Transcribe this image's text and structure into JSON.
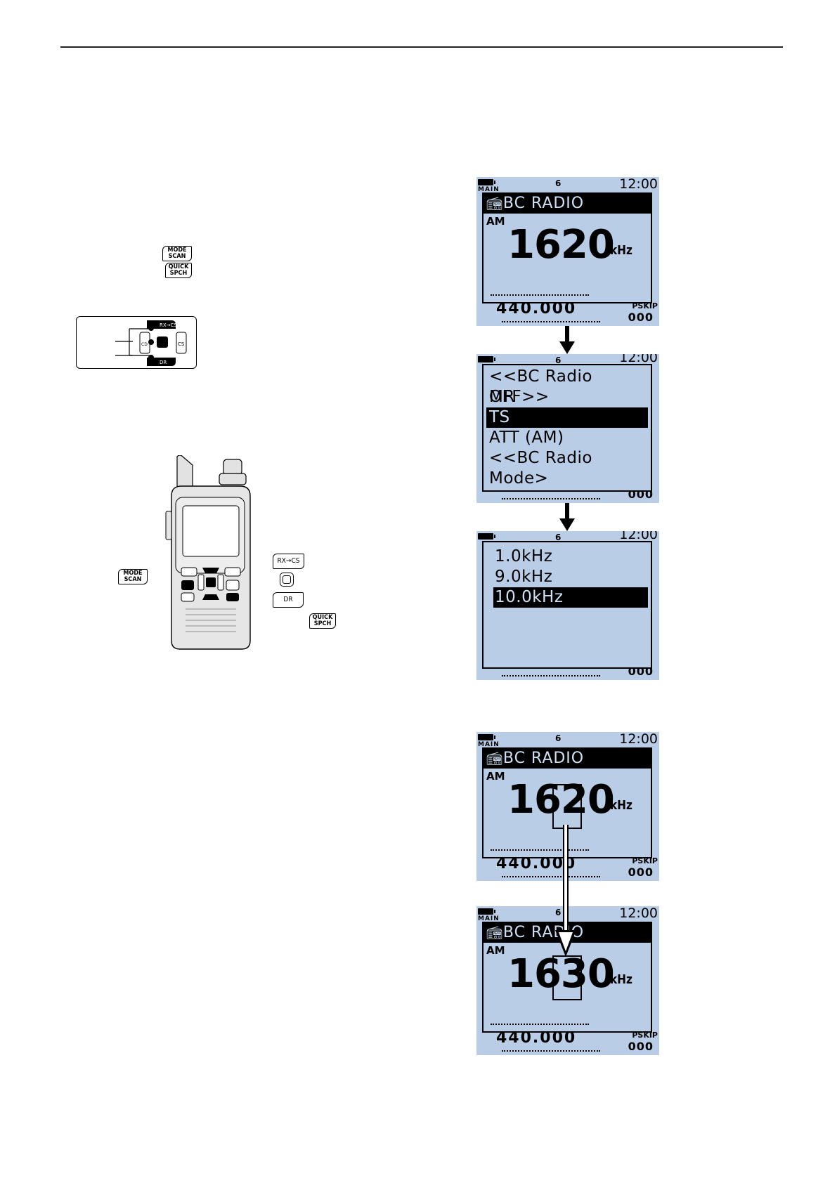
{
  "keys": {
    "mode_scan": [
      "MODE",
      "SCAN"
    ],
    "quick_spch": [
      "QUICK",
      "SPCH"
    ],
    "rx_cs": "RX→CS",
    "dr": "DR",
    "dpad_rx_cs": "RX→CS",
    "dpad_dr": "DR",
    "dpad_cs": "CS",
    "dpad_cd": "CD"
  },
  "lcd_common": {
    "clock": "12:00",
    "main_label": "MAIN",
    "pskip": "PSKIP",
    "counter": "000",
    "lower_freq": "440.000"
  },
  "screen1": {
    "title": "BC RADIO",
    "mode": "AM",
    "freq": "1620",
    "unit": "kHz"
  },
  "screen2": {
    "menu": [
      "<<BC Radio OFF>>",
      "MR",
      "TS",
      "ATT (AM)",
      "<<BC Radio Mode>"
    ],
    "selected_index": 2
  },
  "screen3": {
    "options": [
      "1.0kHz",
      "9.0kHz",
      "10.0kHz"
    ],
    "selected_index": 2
  },
  "screen4": {
    "title": "BC RADIO",
    "mode": "AM",
    "freq": "1620",
    "unit": "kHz"
  },
  "screen5": {
    "title": "BC RADIO",
    "mode": "AM",
    "freq": "1630",
    "unit": "kHz"
  }
}
